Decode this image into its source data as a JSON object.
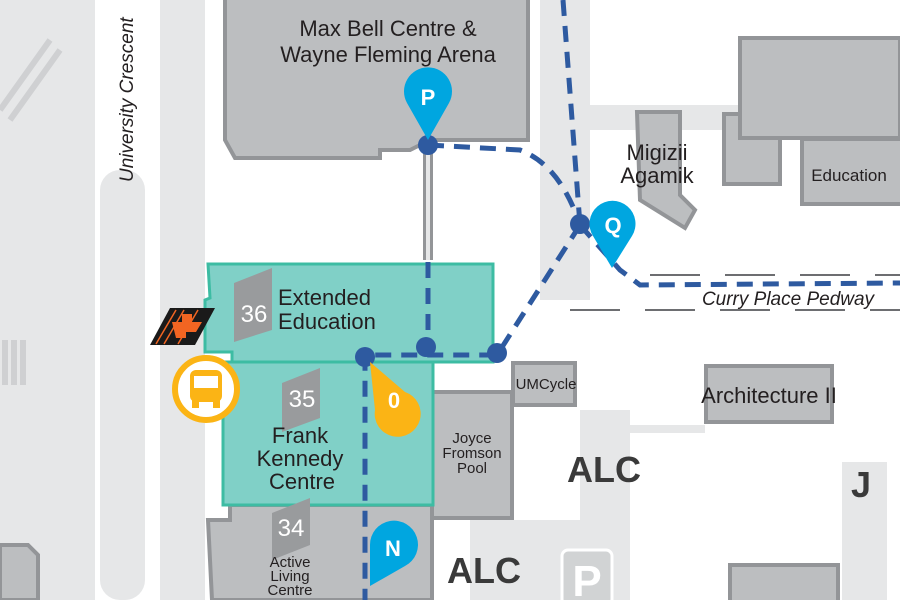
{
  "colors": {
    "building": "#bcbec0",
    "highlight": "#80d0c7",
    "pedway": "#2e5aa0",
    "parking_marker": "#00a6e0",
    "bus": "#fbb415",
    "orange_icon": "#f26522"
  },
  "streets": {
    "university_crescent": "University Crescent",
    "curry_place": "Curry Place Pedway"
  },
  "buildings": {
    "max_bell": [
      "Max Bell Centre &",
      "Wayne Fleming Arena"
    ],
    "migizii": [
      "Migizii",
      "Agamik"
    ],
    "education": "Education",
    "extended_ed": {
      "number": "36",
      "name": [
        "Extended",
        "Education"
      ]
    },
    "frank_kennedy": {
      "number": "35",
      "name": [
        "Frank",
        "Kennedy",
        "Centre"
      ]
    },
    "active_living": {
      "number": "34",
      "name": [
        "Active",
        "Living",
        "Centre"
      ]
    },
    "umcycle": "UMCycle",
    "joyce": [
      "Joyce",
      "Fromson",
      "Pool"
    ],
    "architecture": "Architecture II"
  },
  "area_labels": {
    "alc_1": "ALC",
    "alc_2": "ALC",
    "j": "J"
  },
  "markers": {
    "p": "P",
    "q": "Q",
    "o": "0",
    "n": "N",
    "parking_sign": "P"
  },
  "icons": [
    "bus-stop-icon",
    "transit-station-icon",
    "parking-icon"
  ]
}
